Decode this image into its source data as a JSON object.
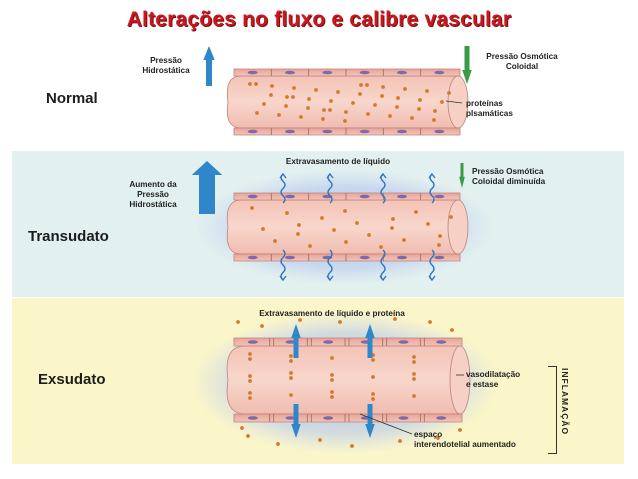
{
  "title": "Alterações no fluxo e calibre vascular",
  "sections": {
    "normal": {
      "label": "Normal",
      "pressao_hidrostatica": [
        "Pressão",
        "Hidrostática"
      ],
      "pressao_osmotica": [
        "Pressão Osmótica",
        "Coloidal"
      ],
      "proteinas": [
        "proteínas",
        "plsamáticas"
      ]
    },
    "transudato": {
      "label": "Transudato",
      "aumento_pressao": [
        "Aumento da",
        "Pressão",
        "Hidrostática"
      ],
      "extravasamento": "Extravasamento de líquido",
      "pressao_osmotica": [
        "Pressão Osmótica",
        "Coloidal diminuída"
      ]
    },
    "exsudato": {
      "label": "Exsudato",
      "extravasamento": "Extravasamento de líquido e proteína",
      "vasodilatacao": [
        "vasodilatação",
        "e estase"
      ],
      "espaco": [
        "espaço",
        "interendotelial aumentado"
      ],
      "inflamacao": "INFLAMAÇÃO"
    }
  },
  "colors": {
    "title": "#c8181e",
    "arrow_blue": "#2f86c8",
    "arrow_green": "#3a9a46",
    "vessel": "#f0b8ad",
    "particle": "#d07c2c",
    "edema_glow": "#a9bde6"
  },
  "icons": [
    "up-arrow-icon",
    "down-arrow-icon",
    "wavy-arrow-icon"
  ]
}
